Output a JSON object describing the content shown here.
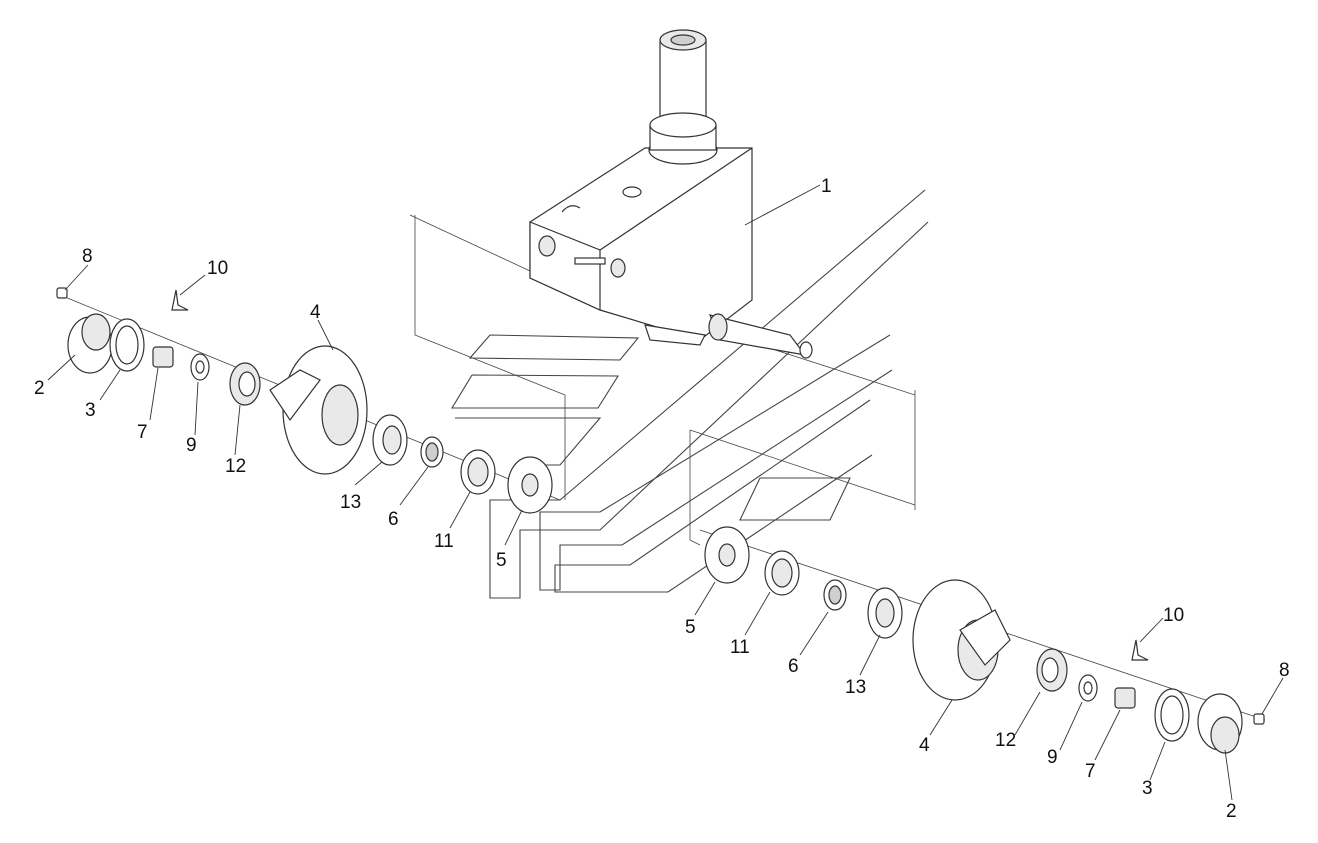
{
  "callouts": {
    "left": [
      {
        "id": "L8",
        "text": "8"
      },
      {
        "id": "L10",
        "text": "10"
      },
      {
        "id": "L2",
        "text": "2"
      },
      {
        "id": "L3",
        "text": "3"
      },
      {
        "id": "L7",
        "text": "7"
      },
      {
        "id": "L9",
        "text": "9"
      },
      {
        "id": "L12",
        "text": "12"
      },
      {
        "id": "L4",
        "text": "4"
      },
      {
        "id": "L13",
        "text": "13"
      },
      {
        "id": "L6",
        "text": "6"
      },
      {
        "id": "L11",
        "text": "11"
      },
      {
        "id": "L5",
        "text": "5"
      }
    ],
    "top": [
      {
        "id": "T1",
        "text": "1"
      }
    ],
    "right": [
      {
        "id": "R5",
        "text": "5"
      },
      {
        "id": "R11",
        "text": "11"
      },
      {
        "id": "R6",
        "text": "6"
      },
      {
        "id": "R13",
        "text": "13"
      },
      {
        "id": "R4",
        "text": "4"
      },
      {
        "id": "R12",
        "text": "12"
      },
      {
        "id": "R9",
        "text": "9"
      },
      {
        "id": "R7",
        "text": "7"
      },
      {
        "id": "R3",
        "text": "3"
      },
      {
        "id": "R2",
        "text": "2"
      },
      {
        "id": "R10",
        "text": "10"
      },
      {
        "id": "R8",
        "text": "8"
      }
    ]
  },
  "colors": {
    "line": "#333333",
    "background": "#ffffff"
  }
}
